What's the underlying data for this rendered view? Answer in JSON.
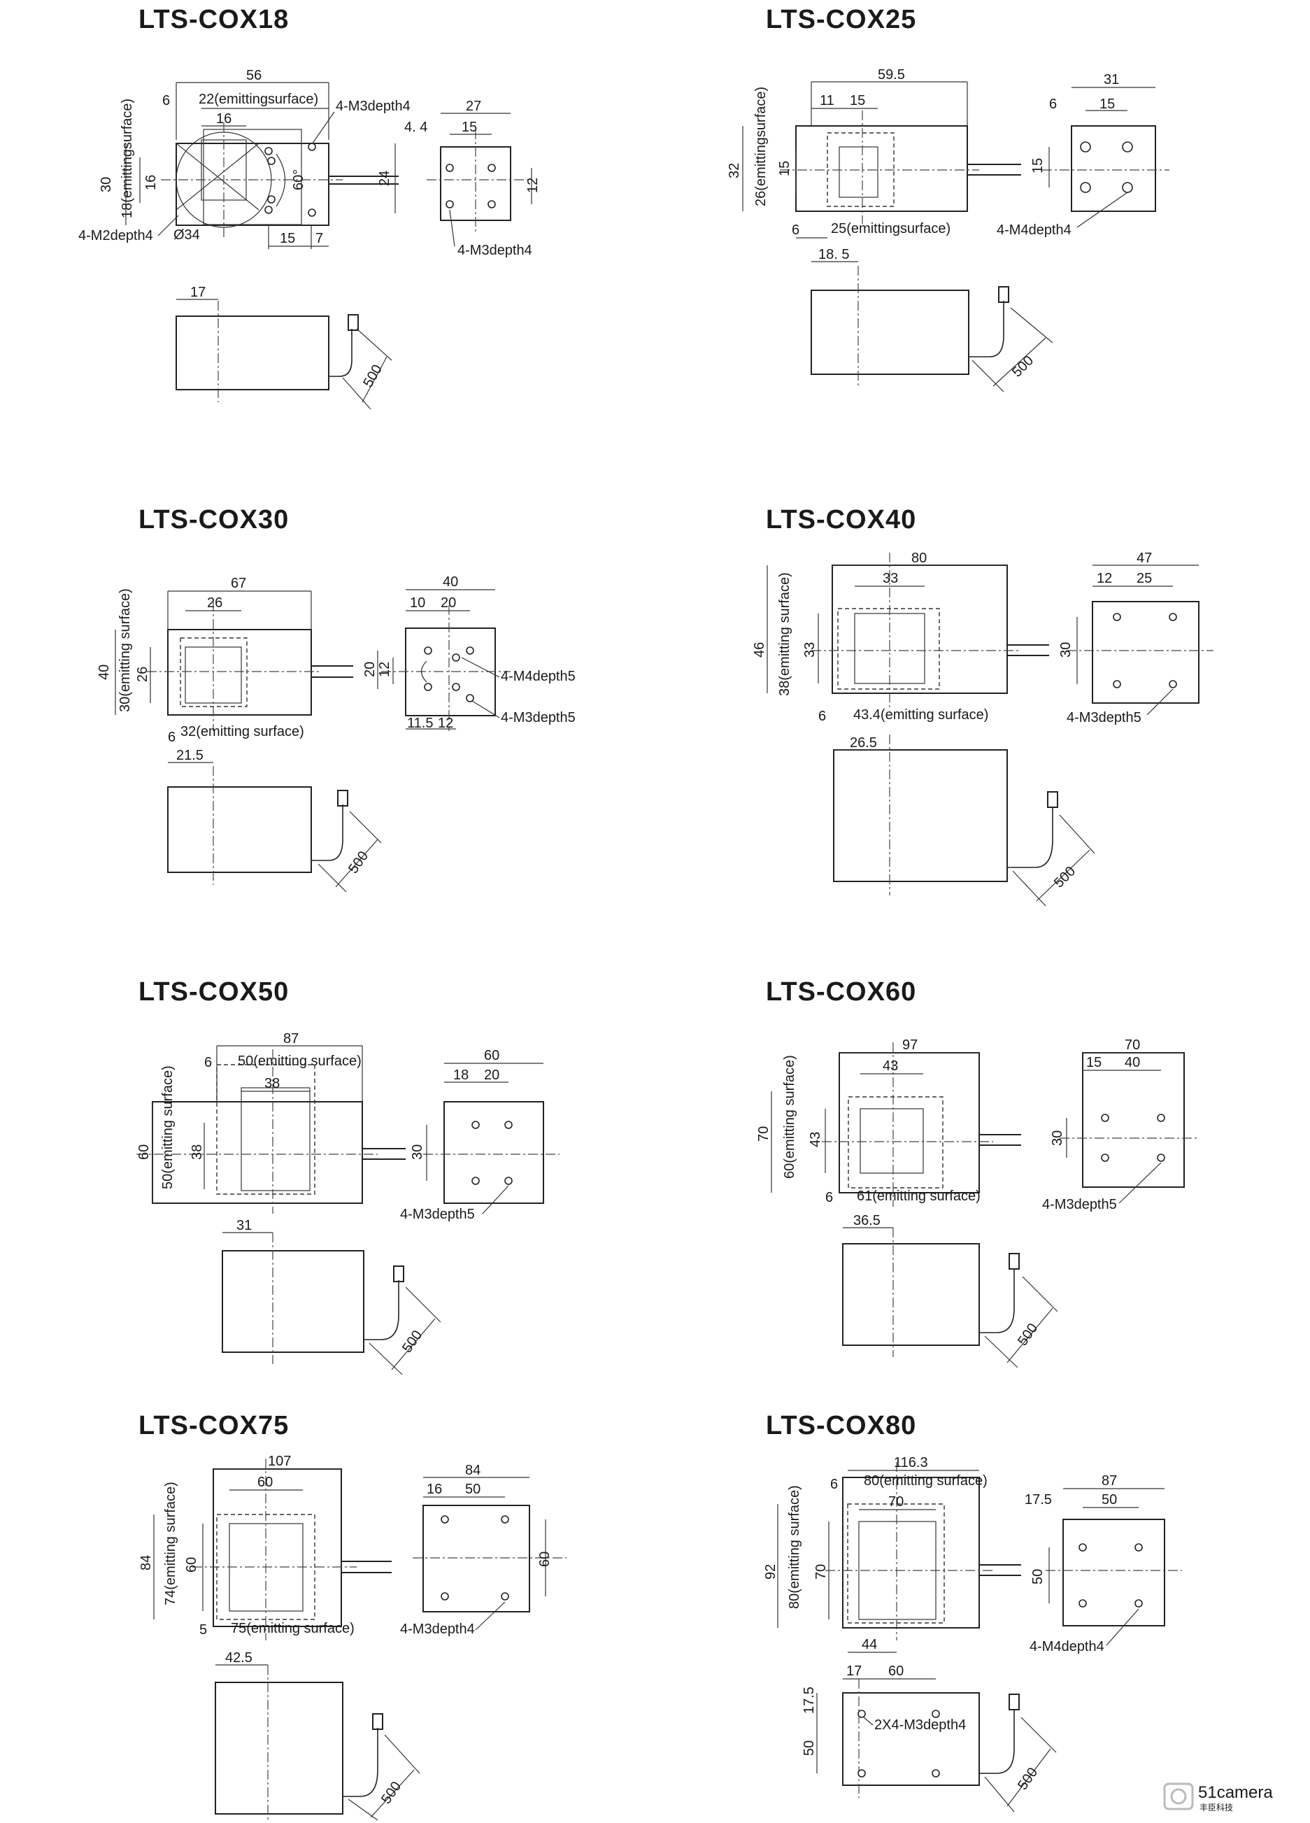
{
  "panels": [
    {
      "title": "LTS-COX18",
      "front": {
        "width": "56",
        "width_alt": "6",
        "emit": "22(emittingsurface)",
        "inner": "16",
        "thread1": "4-M3depth4",
        "height": "30",
        "emit_v": "18(emittingsurface)",
        "inner_v": "16",
        "angle": "60°",
        "diameter": "Ø34",
        "thread2": "4-M2depth4",
        "bottom1": "15",
        "bottom2": "7",
        "right_v": "24"
      },
      "side": {
        "width": "27",
        "inner": "15",
        "left_off": "4. 4",
        "right_v": "12",
        "thread": "4-M3depth4"
      },
      "bottom": {
        "offset": "17",
        "cable": "500"
      }
    },
    {
      "title": "LTS-COX25",
      "front": {
        "width": "59.5",
        "a": "11",
        "b": "15",
        "height": "32",
        "emit_v": "26(emittingsurface)",
        "inner_v": "15",
        "offset": "6",
        "emit": "25(emittingsurface)"
      },
      "side": {
        "width": "31",
        "a": "6",
        "b": "15",
        "left_v": "15",
        "thread": "4-M4depth4"
      },
      "bottom": {
        "offset": "18. 5",
        "cable": "500"
      }
    },
    {
      "title": "LTS-COX30",
      "front": {
        "width": "67",
        "inner": "26",
        "height": "40",
        "emit_v": "30(emitting surface)",
        "inner_v": "26",
        "offset": "6",
        "emit": "32(emitting surface)"
      },
      "side": {
        "width": "40",
        "a": "10",
        "b": "20",
        "left1": "20",
        "left2": "12",
        "thread1": "4-M4depth5",
        "thread2": "4-M3depth5",
        "bottom1": "11.5",
        "bottom2": "12"
      },
      "bottom": {
        "offset": "21.5",
        "cable": "500"
      }
    },
    {
      "title": "LTS-COX40",
      "front": {
        "width": "80",
        "inner": "33",
        "height": "46",
        "emit_v": "38(emitting surface)",
        "inner_v": "33",
        "offset": "6",
        "emit": "43.4(emitting surface)"
      },
      "side": {
        "width": "47",
        "a": "12",
        "b": "25",
        "left_v": "30",
        "thread": "4-M3depth5"
      },
      "bottom": {
        "offset": "26.5",
        "cable": "500"
      }
    },
    {
      "title": "LTS-COX50",
      "front": {
        "width": "87",
        "offset": "6",
        "emit": "50(emitting surface)",
        "inner": "38",
        "height": "60",
        "emit_v": "50(emitting surface)",
        "inner_v": "38"
      },
      "side": {
        "width": "60",
        "a": "18",
        "b": "20",
        "left_v": "30",
        "thread": "4-M3depth5"
      },
      "bottom": {
        "offset": "31",
        "cable": "500"
      }
    },
    {
      "title": "LTS-COX60",
      "front": {
        "width": "97",
        "inner": "43",
        "height": "70",
        "emit_v": "60(emitting surface)",
        "inner_v": "43",
        "offset": "6",
        "emit": "61(emitting surface)"
      },
      "side": {
        "width": "70",
        "a": "15",
        "b": "40",
        "left_v": "30",
        "thread": "4-M3depth5"
      },
      "bottom": {
        "offset": "36.5",
        "cable": "500"
      }
    },
    {
      "title": "LTS-COX75",
      "front": {
        "width": "107",
        "inner": "60",
        "height": "84",
        "emit_v": "74(emitting surface)",
        "inner_v": "60",
        "offset": "5",
        "emit": "75(emitting surface)"
      },
      "side": {
        "width": "84",
        "a": "16",
        "b": "50",
        "right_v": "60",
        "thread": "4-M3depth4"
      },
      "bottom": {
        "offset": "42.5",
        "cable": "500"
      }
    },
    {
      "title": "LTS-COX80",
      "front": {
        "width": "116.3",
        "offset": "6",
        "emit": "80(emitting surface)",
        "inner": "70",
        "height": "92",
        "emit_v": "80(emitting surface)",
        "inner_v": "70",
        "bottom": "44"
      },
      "side": {
        "width": "87",
        "a": "17.5",
        "b": "50",
        "left_v": "50",
        "thread": "4-M4depth4"
      },
      "bottom": {
        "a": "17",
        "b": "60",
        "left1": "17.5",
        "left2": "50",
        "thread": "2X4-M3depth4",
        "cable": "500"
      }
    }
  ],
  "watermark": {
    "brand": "51camera",
    "sub": "丰臣科技"
  }
}
